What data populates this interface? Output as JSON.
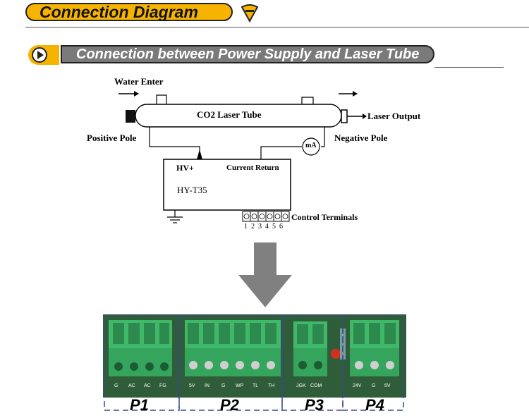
{
  "header": {
    "title": "Connection Diagram",
    "section_title": "Connection between Power Supply and Laser Tube"
  },
  "schematic": {
    "water_enter": "Water Enter",
    "tube_label": "CO2 Laser Tube",
    "laser_output": "Laser Output",
    "positive_pole": "Positive Pole",
    "negative_pole": "Negative Pole",
    "meter": "mA",
    "hv_plus": "HV+",
    "current_return": "Current Return",
    "model": "HY-T35",
    "control_terminals": "Control Terminals",
    "terminal_numbers": [
      "1",
      "2",
      "3",
      "4",
      "5",
      "6"
    ]
  },
  "board": {
    "p1_label": "P1",
    "p2_label": "P2",
    "p3_label": "P3",
    "p4_label": "P4",
    "p1_pins": [
      "G",
      "AC",
      "AC",
      "FG"
    ],
    "p2_pins": [
      "5V",
      "IN",
      "G",
      "WP",
      "TL",
      "TH"
    ],
    "p3_pins": [
      "JGK",
      "COM"
    ],
    "p4_pins": [
      "24V",
      "G",
      "5V"
    ]
  },
  "colors": {
    "accent": "#f6b400",
    "section_bar": "#7a7a7a",
    "arrow": "#808080",
    "connector_green": "#3fb86a",
    "pcb": "#2f5d3a",
    "dash_border": "#3a4a8a"
  }
}
